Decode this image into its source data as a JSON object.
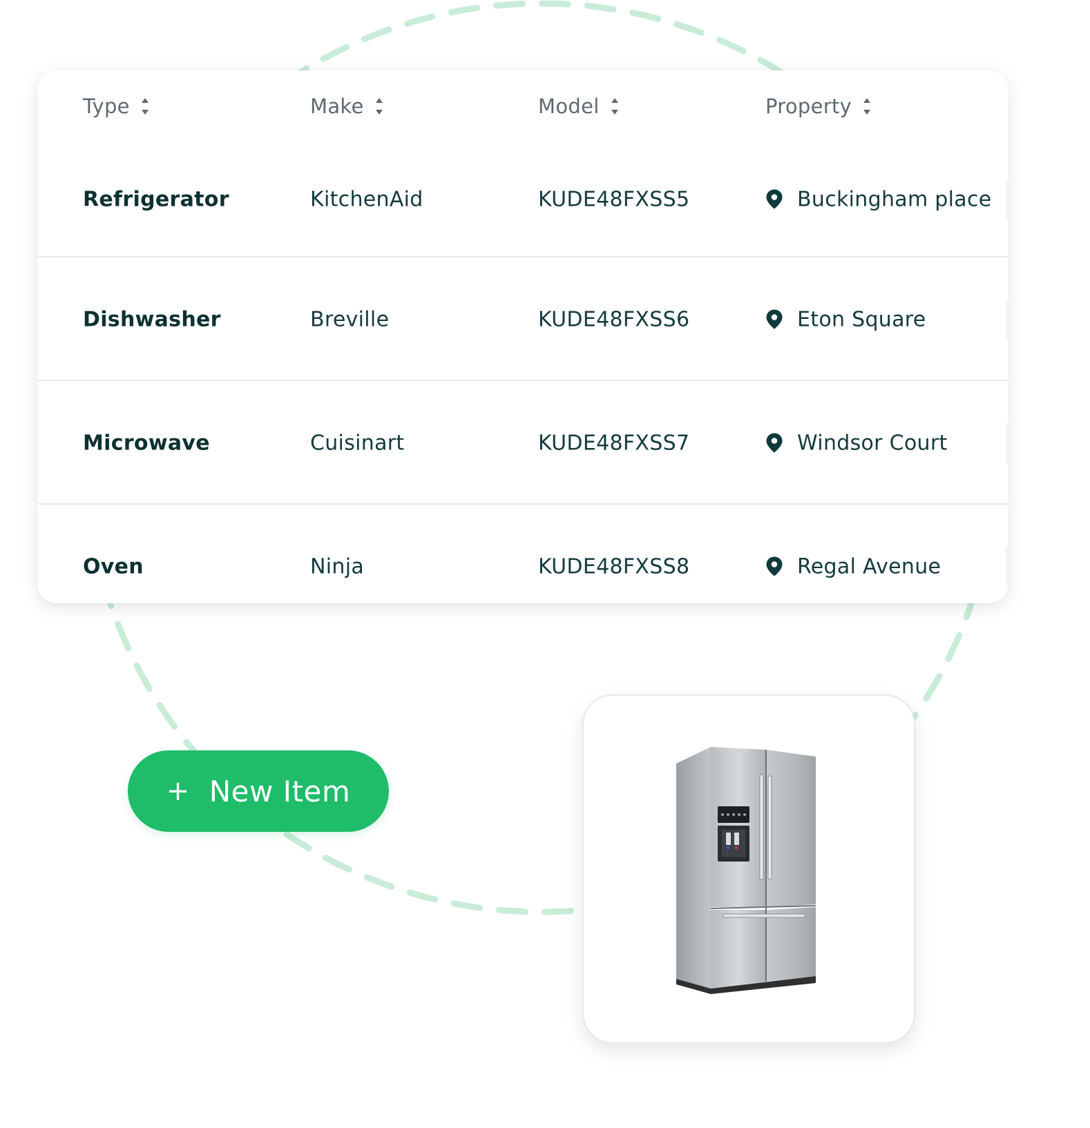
{
  "colors": {
    "accent_green": "#1fbc6a",
    "dash_green": "#c8ecd8",
    "text_dark": "#0f3a3b",
    "header_gray": "#5d6a6f"
  },
  "table": {
    "headers": [
      {
        "label": "Type",
        "icon": "sort-icon"
      },
      {
        "label": "Make",
        "icon": "sort-icon"
      },
      {
        "label": "Model",
        "icon": "sort-icon"
      },
      {
        "label": "Property",
        "icon": "sort-icon"
      }
    ],
    "rows": [
      {
        "type": "Refrigerator",
        "make": "KitchenAid",
        "model": "KUDE48FXSS5",
        "property": "Buckingham place",
        "property_icon": "location-pin-icon"
      },
      {
        "type": "Dishwasher",
        "make": "Breville",
        "model": "KUDE48FXSS6",
        "property": "Eton Square",
        "property_icon": "location-pin-icon"
      },
      {
        "type": "Microwave",
        "make": "Cuisinart",
        "model": "KUDE48FXSS7",
        "property": "Windsor Court",
        "property_icon": "location-pin-icon"
      },
      {
        "type": "Oven",
        "make": "Ninja",
        "model": "KUDE48FXSS8",
        "property": "Regal Avenue",
        "property_icon": "location-pin-icon"
      }
    ]
  },
  "new_item_button": {
    "icon": "plus-icon",
    "plus": "+",
    "label": "New Item"
  },
  "product_card": {
    "image": "refrigerator-image"
  }
}
